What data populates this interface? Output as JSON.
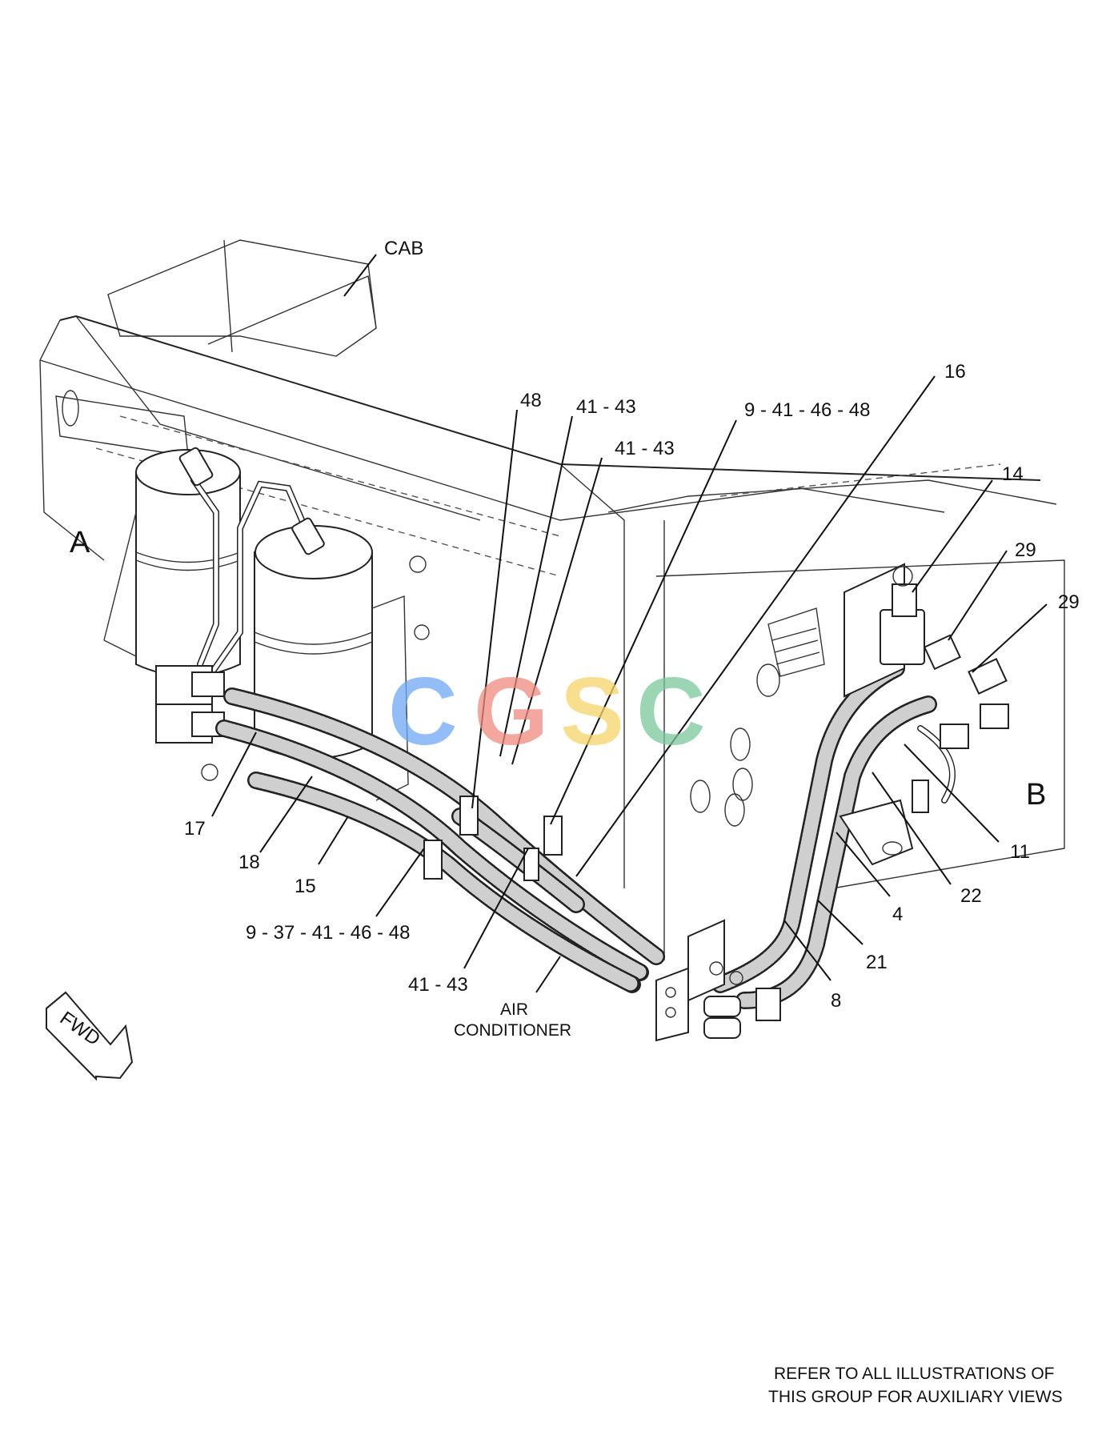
{
  "callouts": {
    "cab": "CAB",
    "view_a": "A",
    "view_b": "B",
    "c48": "48",
    "c41_43_a": "41 - 43",
    "c41_43_b": "41 - 43",
    "c9_41_46_48": "9 - 41 - 46 - 48",
    "c16": "16",
    "c14": "14",
    "c29_a": "29",
    "c29_b": "29",
    "c17": "17",
    "c18": "18",
    "c15": "15",
    "c9_37_41_46_48": "9 - 37 - 41 - 46 - 48",
    "c41_43_c": "41 - 43",
    "air_line1": "AIR",
    "air_line2": "CONDITIONER",
    "c11": "11",
    "c22": "22",
    "c4": "4",
    "c21": "21",
    "c8": "8",
    "fwd": "FWD"
  },
  "note": {
    "line1": "REFER TO ALL ILLUSTRATIONS OF",
    "line2": "THIS GROUP FOR AUXILIARY VIEWS"
  },
  "watermark": {
    "letters": [
      "C",
      "G",
      "S",
      "C"
    ],
    "colors": [
      "#6fa8f5",
      "#f08a7e",
      "#f6d56b",
      "#7cc79b"
    ]
  }
}
